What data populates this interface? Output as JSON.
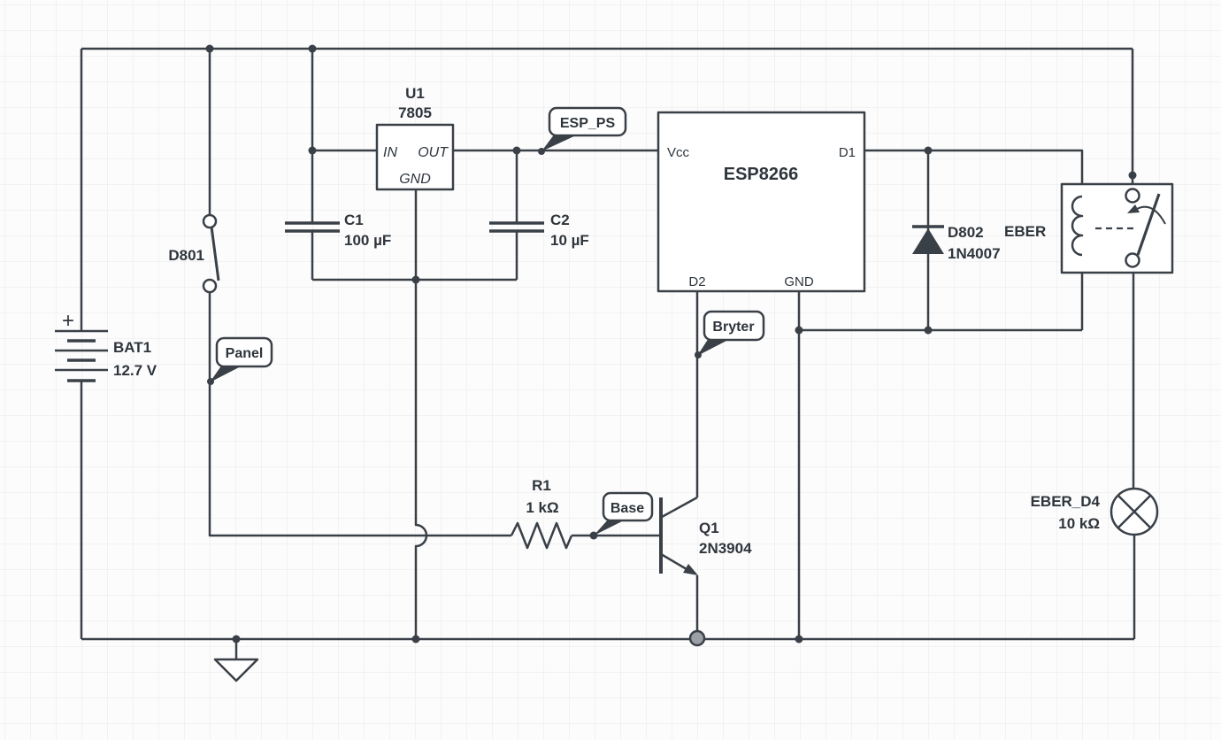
{
  "diagram": {
    "type": "circuit-schematic",
    "colors": {
      "wire": "#3a4047",
      "background": "#fcfcfc",
      "grid": "#e8e8e8",
      "label": "#2f353c"
    },
    "battery": {
      "ref": "BAT1",
      "value": "12.7 V",
      "polarity": "+"
    },
    "switch_d801": {
      "ref": "D801"
    },
    "regulator_u1": {
      "ref": "U1",
      "part": "7805",
      "pin_in": "IN",
      "pin_out": "OUT",
      "pin_gnd": "GND"
    },
    "cap_c1": {
      "ref": "C1",
      "value": "100 µF"
    },
    "cap_c2": {
      "ref": "C2",
      "value": "10 µF"
    },
    "esp8266": {
      "name": "ESP8266",
      "pin_vcc": "Vcc",
      "pin_d1": "D1",
      "pin_d2": "D2",
      "pin_gnd": "GND"
    },
    "diode_d802": {
      "ref": "D802",
      "part": "1N4007"
    },
    "relay": {
      "ref": "EBER"
    },
    "lamp": {
      "ref": "EBER_D4",
      "value": "10 kΩ"
    },
    "resistor_r1": {
      "ref": "R1",
      "value": "1 kΩ"
    },
    "transistor_q1": {
      "ref": "Q1",
      "part": "2N3904"
    },
    "net_flags": {
      "esp_ps": "ESP_PS",
      "panel": "Panel",
      "bryter": "Bryter",
      "base": "Base"
    }
  }
}
